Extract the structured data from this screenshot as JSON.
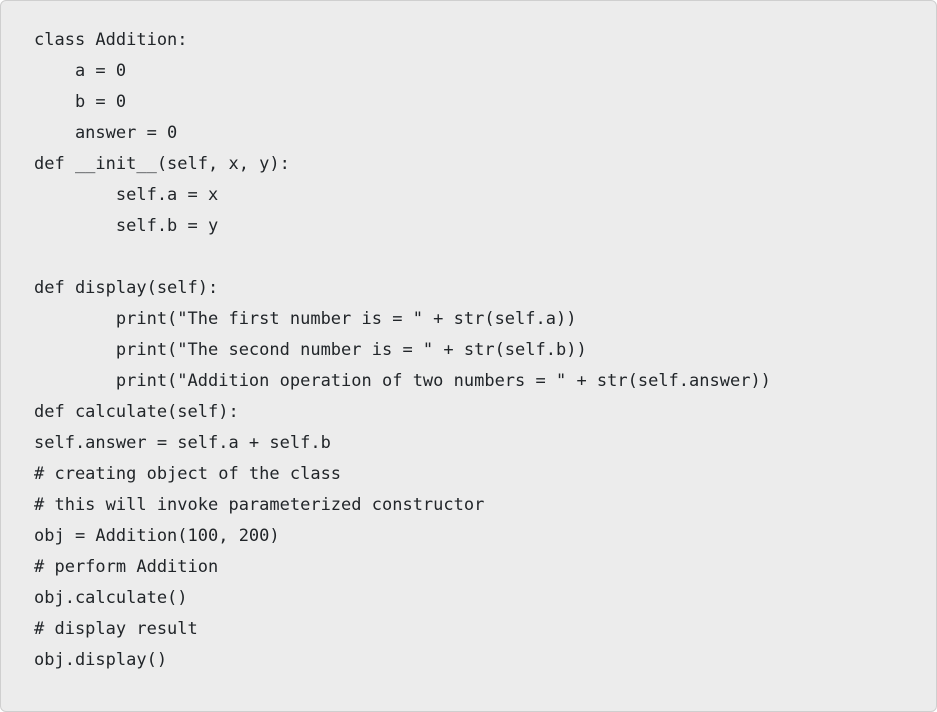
{
  "code_block": {
    "language": "python",
    "colors": {
      "block_background": "#ececec",
      "block_border": "#cfcfcf",
      "text": "#212529",
      "page_background": "#ffffff"
    },
    "lines": [
      "class Addition:",
      "    a = 0",
      "    b = 0",
      "    answer = 0",
      "def __init__(self, x, y):",
      "        self.a = x",
      "        self.b = y",
      "",
      "def display(self):",
      "        print(\"The first number is = \" + str(self.a))",
      "        print(\"The second number is = \" + str(self.b))",
      "        print(\"Addition operation of two numbers = \" + str(self.answer))",
      "def calculate(self):",
      "self.answer = self.a + self.b",
      "# creating object of the class",
      "# this will invoke parameterized constructor",
      "obj = Addition(100, 200)",
      "# perform Addition",
      "obj.calculate()",
      "# display result",
      "obj.display()"
    ]
  }
}
